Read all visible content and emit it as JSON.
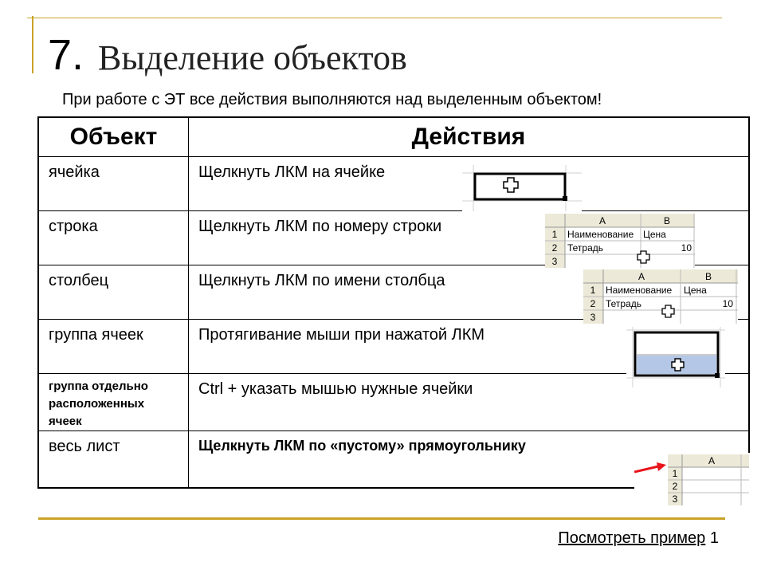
{
  "slide": {
    "number": "7.",
    "title": "Выделение объектов",
    "subtitle": "При работе с ЭТ все действия выполняются над выделенным объектом!"
  },
  "table": {
    "headers": [
      "Объект",
      "Действия"
    ],
    "rows": [
      {
        "object": "ячейка",
        "action": "Щелкнуть ЛКМ на ячейке"
      },
      {
        "object": "строка",
        "action": "Щелкнуть ЛКМ по номеру строки"
      },
      {
        "object": "столбец",
        "action": "Щелкнуть ЛКМ по имени столбца"
      },
      {
        "object": "группа ячеек",
        "action": "Протягивание мыши при нажатой ЛКМ"
      },
      {
        "object": "группа отдельно расположенных ячеек",
        "action": "Ctrl + указать мышью нужные ячейки"
      },
      {
        "object": "весь лист",
        "action": "Щелкнуть ЛКМ по «пустому» прямоугольнику"
      }
    ]
  },
  "mini_sheet": {
    "columns": [
      "A",
      "B"
    ],
    "row_numbers": [
      "1",
      "2",
      "3"
    ],
    "cells": {
      "a1": "Наименование",
      "b1": "Цена",
      "a2": "Тетрадь",
      "b2": "10"
    }
  },
  "footer": {
    "link_text": "Посмотреть пример",
    "link_suffix": "1"
  },
  "colors": {
    "accent_line": "#c9a227",
    "selection_fill": "#b4c7e7",
    "arrow": "#e8141b",
    "sheet_header": "#ece9d8"
  }
}
